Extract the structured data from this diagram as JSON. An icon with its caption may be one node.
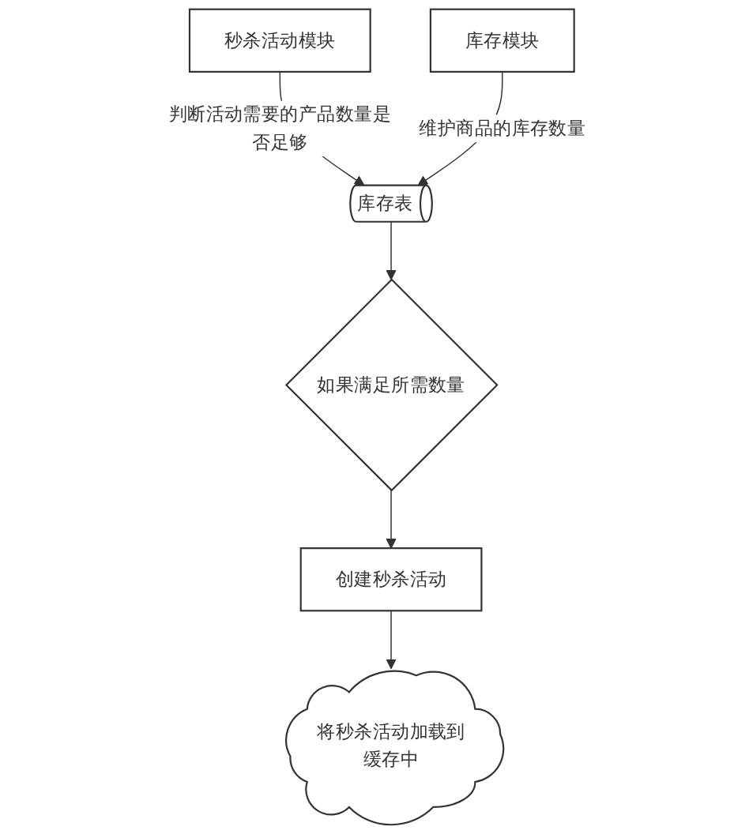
{
  "diagram": {
    "nodes": [
      {
        "text": [
          "秒杀活动模块"
        ]
      },
      {
        "text": [
          "库存模块"
        ]
      },
      {
        "text": [
          "库存表"
        ]
      },
      {
        "text": [
          "如果满足所需数量"
        ]
      },
      {
        "text": [
          "创建秒杀活动"
        ]
      },
      {
        "text": [
          "将秒杀活动加载到缓存中"
        ]
      }
    ],
    "edges": [
      {
        "from": 0,
        "to": 2,
        "arrow": "to",
        "label": "判断活动需要的产品数量是否足够"
      },
      {
        "from": 1,
        "to": 2,
        "arrow": "to",
        "label": "维护商品的库存数量"
      },
      {
        "from": 2,
        "to": 3,
        "arrow": "to"
      },
      {
        "from": 3,
        "to": 4,
        "arrow": "to"
      },
      {
        "from": 4,
        "to": 5,
        "arrow": "to"
      }
    ]
  }
}
